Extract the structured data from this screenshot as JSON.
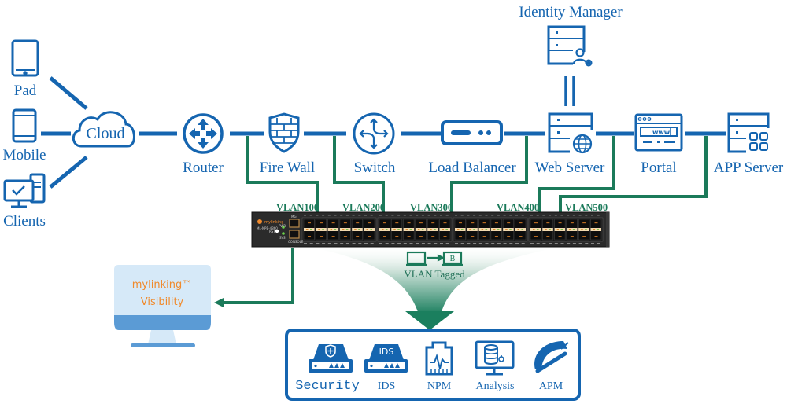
{
  "title": "Network visibility deployment diagram",
  "colors": {
    "network_blue": "#1565b0",
    "vlan_green": "#1b7a5a",
    "monitor_light": "#d6e9f8",
    "monitor_mid": "#5b9bd5",
    "brand_orange": "#f08a2c",
    "switch_body": "#2b2b2b"
  },
  "endpoints": {
    "pad": {
      "label": "Pad",
      "icon": "tablet-icon"
    },
    "mobile": {
      "label": "Mobile",
      "icon": "smartphone-icon"
    },
    "clients": {
      "label": "Clients",
      "icon": "desktop-computer-icon"
    }
  },
  "cloud": {
    "label": "Cloud",
    "icon": "cloud-icon"
  },
  "chain": [
    {
      "id": "router",
      "label": "Router",
      "icon": "router-icon"
    },
    {
      "id": "firewall",
      "label": "Fire Wall",
      "icon": "firewall-shield-icon"
    },
    {
      "id": "switch",
      "label": "Switch",
      "icon": "switch-icon"
    },
    {
      "id": "load-balancer",
      "label": "Load Balancer",
      "icon": "load-balancer-icon"
    },
    {
      "id": "web-server",
      "label": "Web Server",
      "icon": "web-server-icon"
    },
    {
      "id": "portal",
      "label": "Portal",
      "icon": "web-portal-icon"
    },
    {
      "id": "app-server",
      "label": "APP Server",
      "icon": "app-server-icon"
    }
  ],
  "identity_manager": {
    "label": "Identity Manager",
    "icon": "identity-server-icon"
  },
  "vlans": [
    "VLAN100",
    "VLAN200",
    "VLAN300",
    "VLAN400",
    "VLAN500"
  ],
  "packet_broker": {
    "brand": "mylinking",
    "model": "ML-NPB-4860",
    "port_labels": {
      "mgt": "MGT",
      "console": "CONSOLE",
      "pwr": "PWR",
      "sys": "SYS",
      "rst": "RST"
    }
  },
  "vlan_tagged": {
    "label": "VLAN Tagged",
    "tag_letter": "B"
  },
  "monitor": {
    "line1": "mylinking™",
    "line2": "Visibility"
  },
  "tools": [
    {
      "label": "Security",
      "icon": "security-appliance-icon"
    },
    {
      "label": "IDS",
      "icon": "ids-appliance-icon",
      "badge": "IDS"
    },
    {
      "label": "NPM",
      "icon": "network-performance-icon"
    },
    {
      "label": "Analysis",
      "icon": "database-analysis-icon"
    },
    {
      "label": "APM",
      "icon": "speed-gauge-icon"
    }
  ]
}
